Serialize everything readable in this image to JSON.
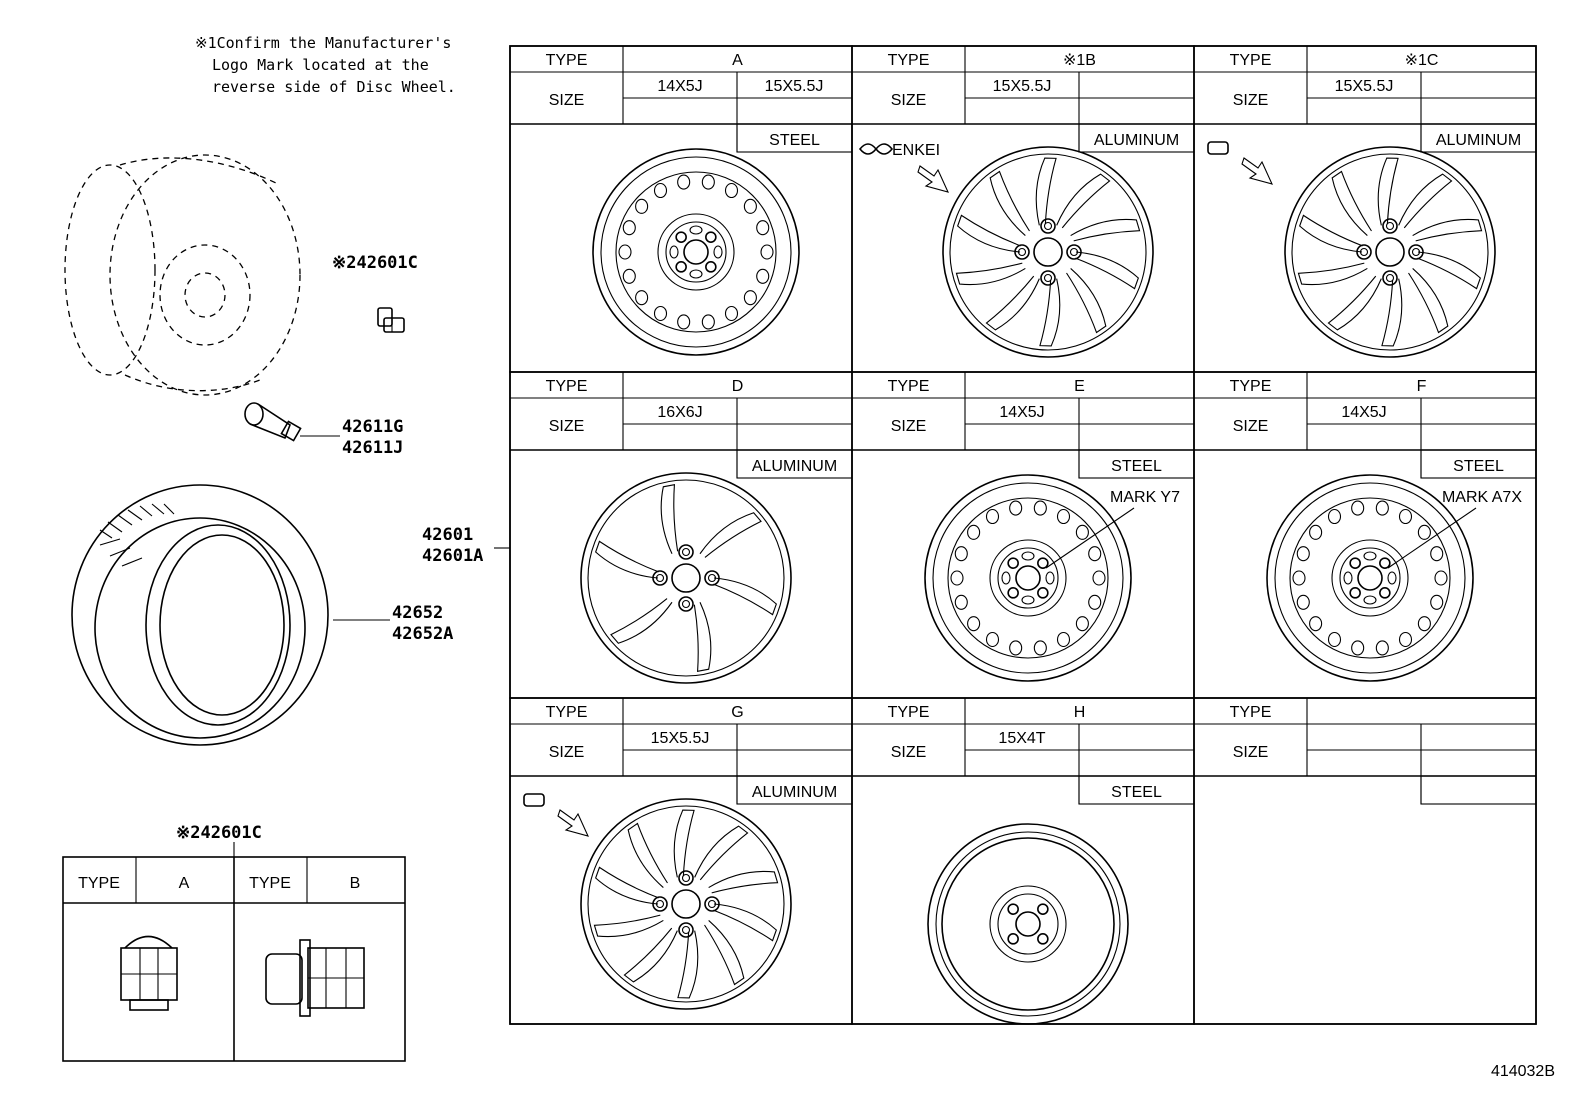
{
  "note": {
    "line1": "※1Confirm the Manufacturer's",
    "line2": "Logo Mark located at the",
    "line3": "reverse side of Disc Wheel."
  },
  "parts": {
    "hub_nut": "※242601C",
    "valve_line1": "42611G",
    "valve_line2": "42611J",
    "wheel_line1": "42601",
    "wheel_line2": "42601A",
    "tire_line1": "42652",
    "tire_line2": "42652A",
    "nut_table_label": "※242601C"
  },
  "headers": {
    "type": "TYPE",
    "size": "SIZE"
  },
  "wheels": [
    {
      "type": "A",
      "size1": "14X5J",
      "size2": "15X5.5J",
      "material": "STEEL",
      "style": "steel"
    },
    {
      "type": "※1B",
      "size1": "15X5.5J",
      "size2": "",
      "material": "ALUMINUM",
      "logo": "ENKEI",
      "style": "alloy10"
    },
    {
      "type": "※1C",
      "size1": "15X5.5J",
      "size2": "",
      "material": "ALUMINUM",
      "style": "alloy10"
    },
    {
      "type": "D",
      "size1": "16X6J",
      "size2": "",
      "material": "ALUMINUM",
      "style": "alloy6"
    },
    {
      "type": "E",
      "size1": "14X5J",
      "size2": "",
      "material": "STEEL",
      "mark": "MARK Y7",
      "style": "steel"
    },
    {
      "type": "F",
      "size1": "14X5J",
      "size2": "",
      "material": "STEEL",
      "mark": "MARK A7X",
      "style": "steel"
    },
    {
      "type": "G",
      "size1": "15X5.5J",
      "size2": "",
      "material": "ALUMINUM",
      "style": "alloy10"
    },
    {
      "type": "H",
      "size1": "15X4T",
      "size2": "",
      "material": "STEEL",
      "style": "spare"
    },
    {
      "type": "",
      "size1": "",
      "size2": "",
      "material": "",
      "style": "empty"
    }
  ],
  "nut_table": {
    "type_label": "TYPE",
    "a": "A",
    "b": "B"
  },
  "diagram_id": "414032B"
}
